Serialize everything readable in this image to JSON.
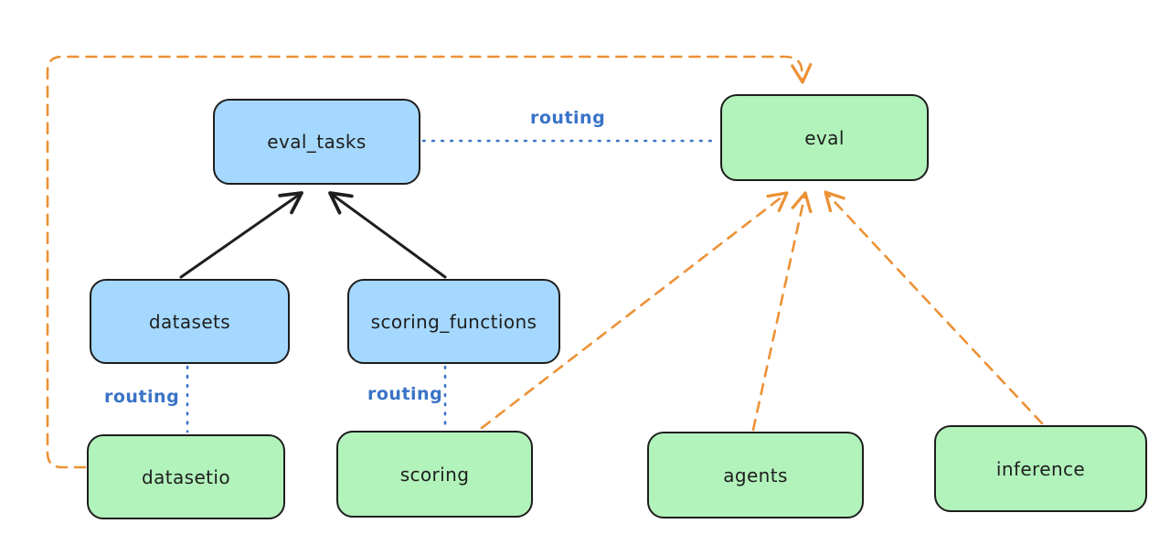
{
  "colors": {
    "background": "#ffffff",
    "node_blue_fill": "#a5d8ff",
    "node_green_fill": "#b2f2bb",
    "node_stroke": "#1e1e1e",
    "node_text": "#1e1e1e",
    "edge_black": "#1e1e1e",
    "edge_blue": "#3973c7",
    "edge_orange": "#ec9136"
  },
  "diagram": {
    "nodes": [
      {
        "id": "eval_tasks",
        "label": "eval_tasks",
        "fill": "#a5d8ff"
      },
      {
        "id": "eval",
        "label": "eval",
        "fill": "#b2f2bb"
      },
      {
        "id": "datasets",
        "label": "datasets",
        "fill": "#a5d8ff"
      },
      {
        "id": "scoring_functions",
        "label": "scoring_functions",
        "fill": "#a5d8ff"
      },
      {
        "id": "datasetio",
        "label": "datasetio",
        "fill": "#b2f2bb"
      },
      {
        "id": "scoring",
        "label": "scoring",
        "fill": "#b2f2bb"
      },
      {
        "id": "agents",
        "label": "agents",
        "fill": "#b2f2bb"
      },
      {
        "id": "inference",
        "label": "inference",
        "fill": "#b2f2bb"
      }
    ],
    "edges": [
      {
        "from": "eval_tasks",
        "to": "eval",
        "style": "dotted-blue",
        "label": "routing"
      },
      {
        "from": "datasets",
        "to": "eval_tasks",
        "style": "solid-black",
        "label": ""
      },
      {
        "from": "scoring_functions",
        "to": "eval_tasks",
        "style": "solid-black",
        "label": ""
      },
      {
        "from": "datasets",
        "to": "datasetio",
        "style": "dotted-blue",
        "label": "routing"
      },
      {
        "from": "scoring_functions",
        "to": "scoring",
        "style": "dotted-blue",
        "label": "routing"
      },
      {
        "from": "datasetio",
        "to": "eval",
        "style": "dashed-orange",
        "label": ""
      },
      {
        "from": "scoring",
        "to": "eval",
        "style": "dashed-orange",
        "label": ""
      },
      {
        "from": "agents",
        "to": "eval",
        "style": "dashed-orange",
        "label": ""
      },
      {
        "from": "inference",
        "to": "eval",
        "style": "dashed-orange",
        "label": ""
      }
    ]
  }
}
